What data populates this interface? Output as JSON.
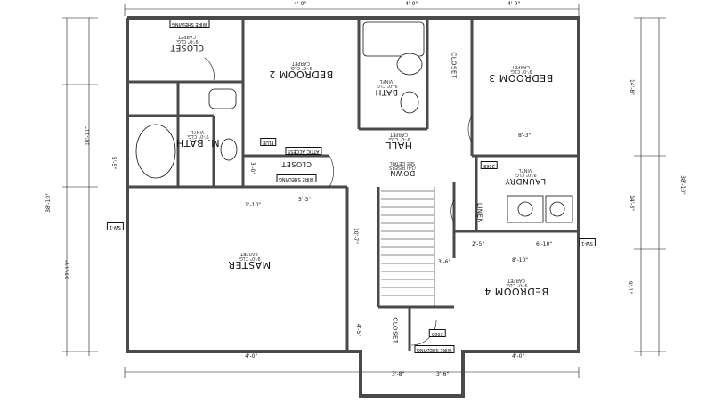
{
  "rooms": {
    "bedroom2": {
      "name": "BEDROOM 2",
      "ceiling": "9'-0\" CLG.",
      "floor": "CARPET"
    },
    "bedroom3": {
      "name": "BEDROOM 3",
      "ceiling": "9'-0\" CLG.",
      "floor": "CARPET"
    },
    "bedroom4": {
      "name": "BEDROOM 4",
      "ceiling": "9'-0\" CLG.",
      "floor": "CARPET"
    },
    "master": {
      "name": "MASTER",
      "ceiling": "9'-0\" CLG.",
      "floor": "CARPET"
    },
    "mbath": {
      "name": "M. BATH",
      "ceiling": "9'-0\" CLG.",
      "floor": "VINYL"
    },
    "bath": {
      "name": "BATH",
      "ceiling": "9'-0\" CLG.",
      "floor": "VINYL"
    },
    "hall": {
      "name": "HALL",
      "ceiling": "9'-0\" CLG.",
      "floor": "CARPET"
    },
    "laundry": {
      "name": "LAUNDRY",
      "ceiling": "9'-0\" CLG.",
      "floor": "VINYL"
    },
    "closet_mbath": {
      "name": "CLOSET",
      "ceiling": "9'-0\" CLG.",
      "floor": "CARPET"
    },
    "closet_b2": {
      "name": "CLOSET"
    },
    "closet_hall": {
      "name": "CLOSET"
    },
    "closet_stair": {
      "name": "CLOSET"
    },
    "linen": {
      "name": "LINEN"
    },
    "down": {
      "label": "DOWN",
      "steps": "(14) RISERS",
      "note": "SEE DETAIL"
    }
  },
  "tags": {
    "wire_shelving": "WIRE SHELVING",
    "flue": "FLUE",
    "sw1": "SW-1",
    "sw1b": "SW-1",
    "door_2068": "2068",
    "attic": "ATTIC ACCESS"
  },
  "dims": {
    "top_left": "4'-0\"",
    "top_mid": "4'-0\"",
    "top_right": "4'-0\"",
    "bot_left": "4'-0\"",
    "bot_mid": "4'-0\"",
    "hall_w": "5'-3\"",
    "hall_w2": "1'-10\"",
    "b3_w": "8'-3\"",
    "laundry_w": "6'-10\"",
    "b4_w": "8'-10\"",
    "linen_w": "2'-5\"",
    "stair_w": "3'-8\"",
    "stair_w2": "3'-6\"",
    "stair_w3": "3'-6\"",
    "overall_left": "38'-10\"",
    "left_a": "10'-11\"",
    "left_b": "27'-11\"",
    "right_a": "14'-8\"",
    "right_b": "14'-3\"",
    "right_c": "9'-1\"",
    "overall_right": "38'-10\"",
    "stair_v": "10'-7\"",
    "mid_v": "4'-5\"",
    "mb_v": "5'-5\"",
    "closet_v": "3'-0\""
  },
  "colors": {
    "wall": "#4a4a4a",
    "line": "#111111",
    "bg": "#ffffff"
  }
}
